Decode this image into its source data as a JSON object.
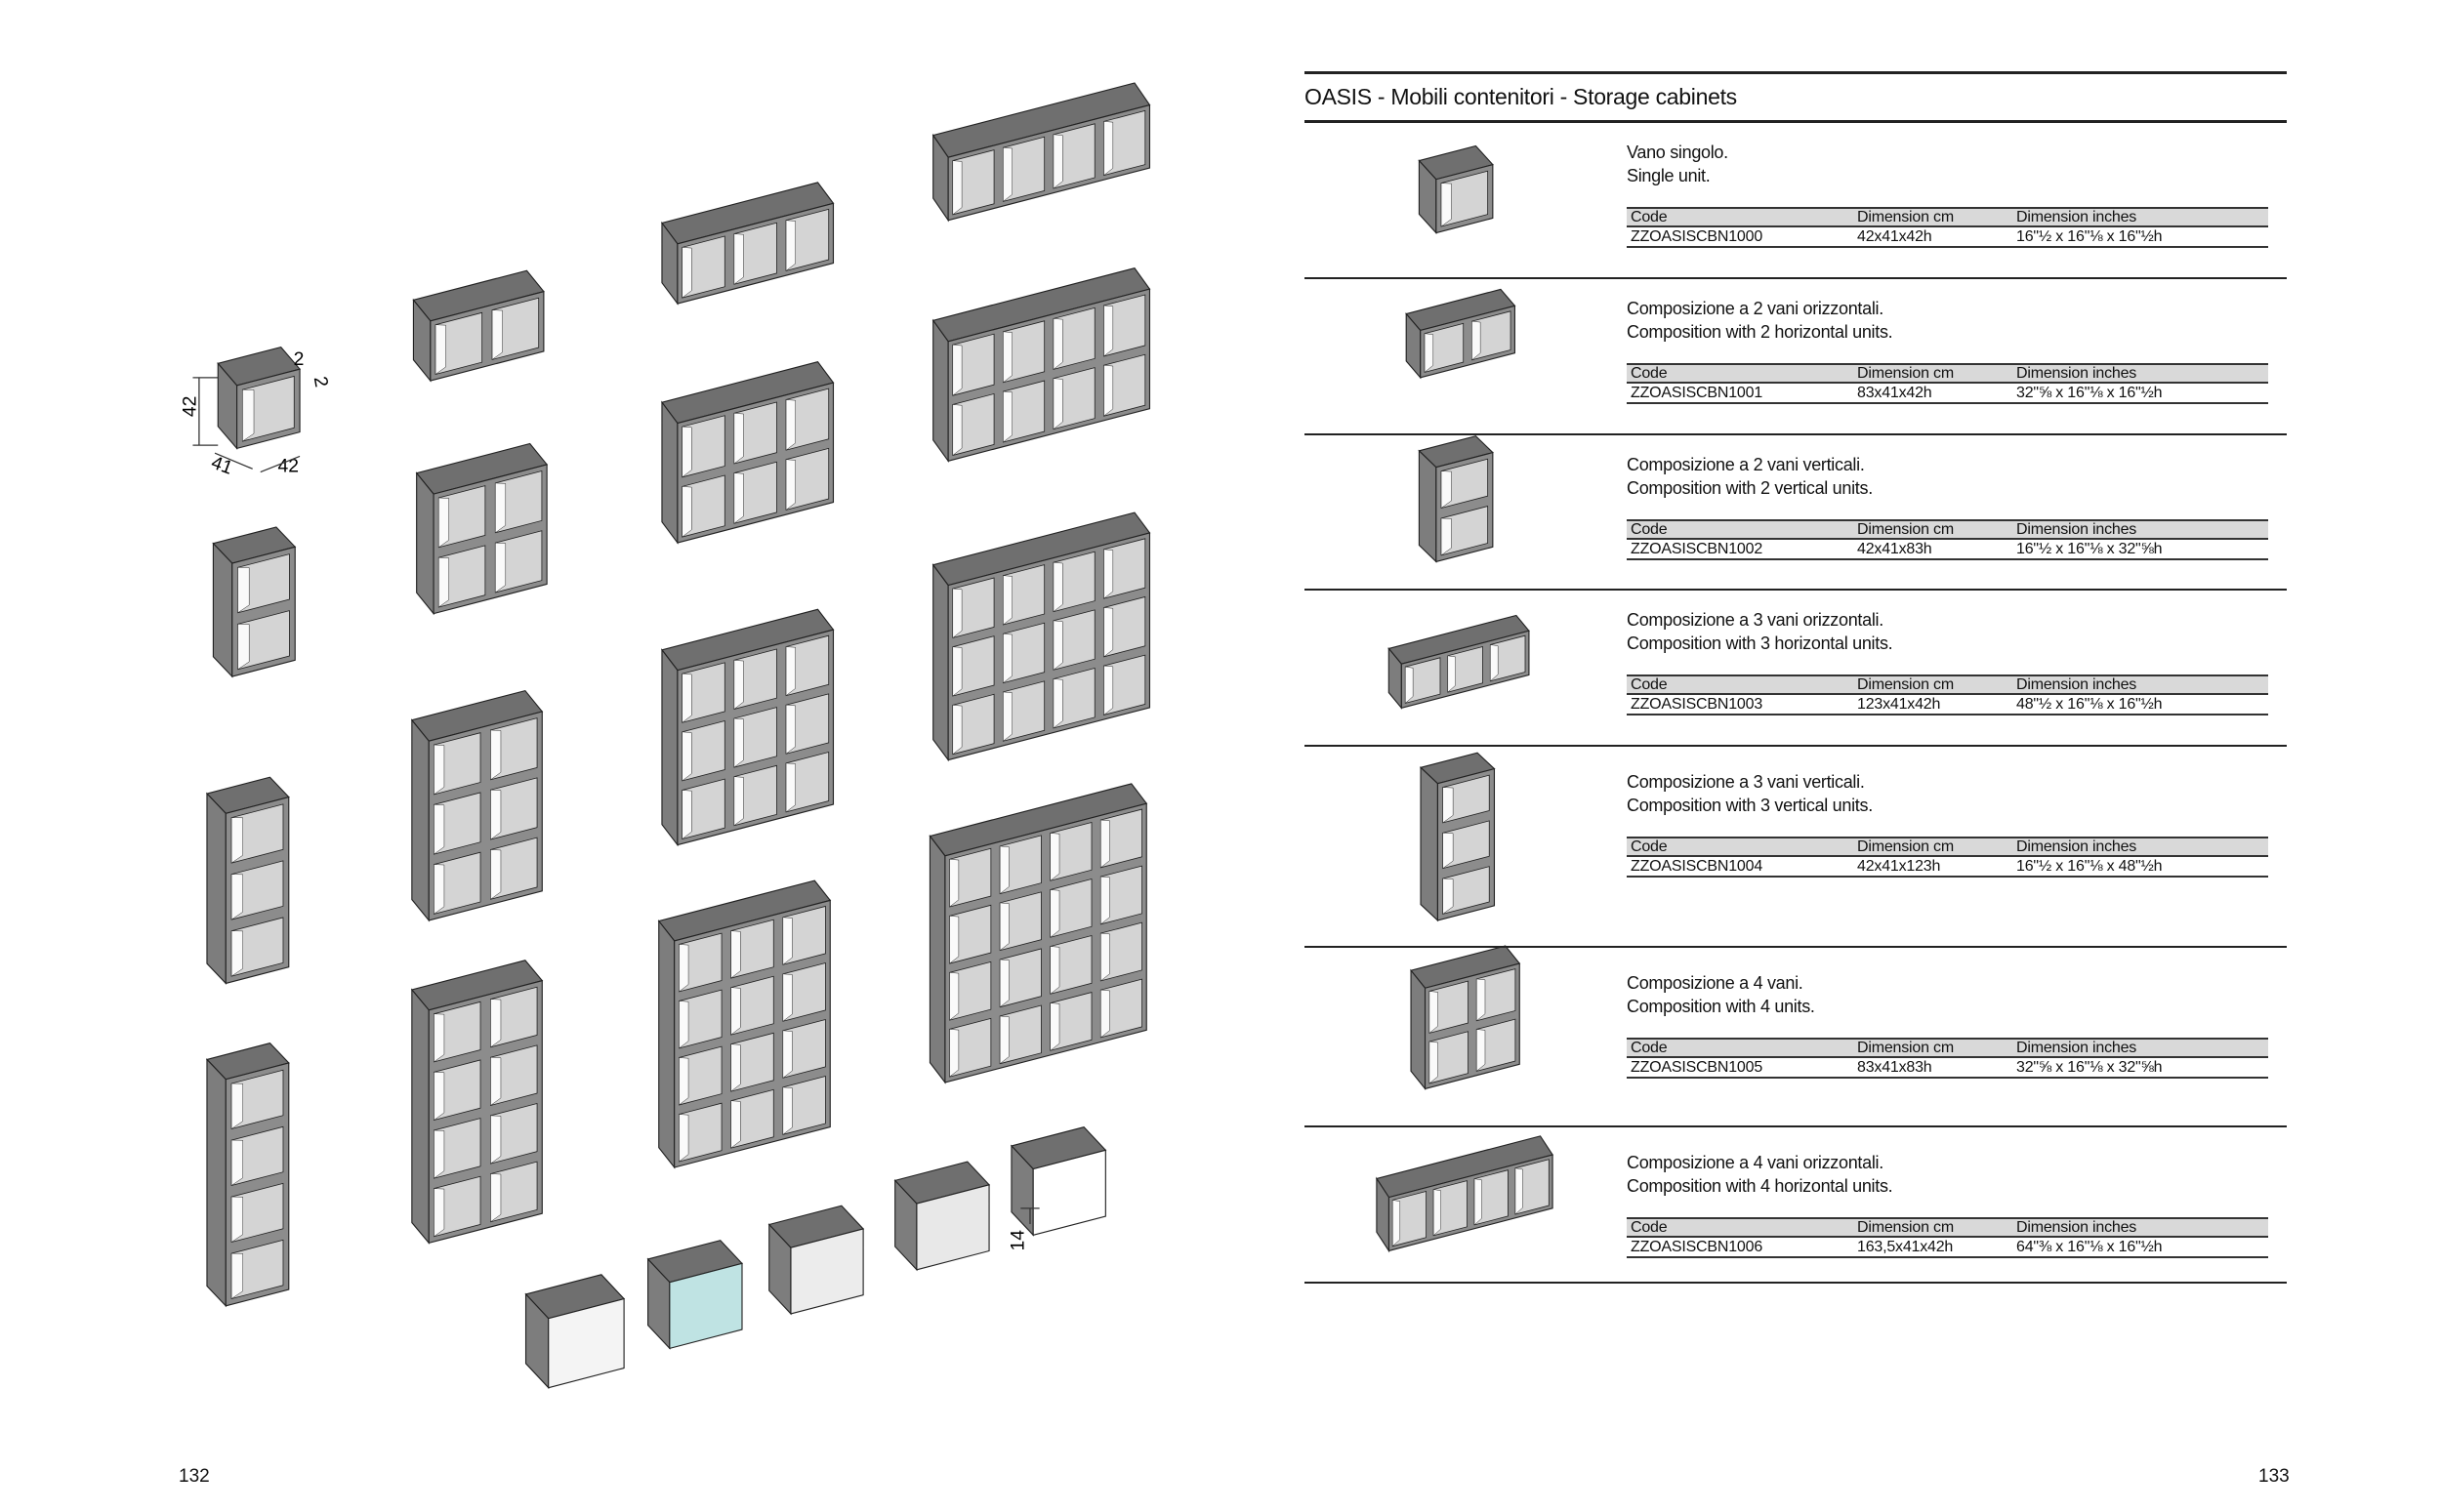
{
  "header": {
    "title": "OASIS  -  Mobili contenitori  -  Storage cabinets"
  },
  "table_headers": {
    "code": "Code",
    "cm": "Dimension cm",
    "inches": "Dimension inches"
  },
  "products": [
    {
      "desc_it": "Vano singolo.",
      "desc_en": "Single unit.",
      "code": "ZZOASISCBN1000",
      "cm": "42x41x42h",
      "inches": "16\"½ x 16\"⅛ x 16\"½h"
    },
    {
      "desc_it": "Composizione a 2 vani orizzontali.",
      "desc_en": "Composition with 2 horizontal units.",
      "code": "ZZOASISCBN1001",
      "cm": "83x41x42h",
      "inches": "32\"⅝ x 16\"⅛ x 16\"½h"
    },
    {
      "desc_it": "Composizione a 2 vani verticali.",
      "desc_en": "Composition with 2 vertical units.",
      "code": "ZZOASISCBN1002",
      "cm": "42x41x83h",
      "inches": "16\"½ x 16\"⅛ x 32\"⅝h"
    },
    {
      "desc_it": "Composizione a 3 vani orizzontali.",
      "desc_en": "Composition with 3 horizontal units.",
      "code": "ZZOASISCBN1003",
      "cm": "123x41x42h",
      "inches": "48\"½ x 16\"⅛ x 16\"½h"
    },
    {
      "desc_it": "Composizione a 3 vani verticali.",
      "desc_en": "Composition with 3 vertical units.",
      "code": "ZZOASISCBN1004",
      "cm": "42x41x123h",
      "inches": "16\"½ x 16\"⅛ x 48\"½h"
    },
    {
      "desc_it": "Composizione a 4 vani.",
      "desc_en": "Composition with 4 units.",
      "code": "ZZOASISCBN1005",
      "cm": "83x41x83h",
      "inches": "32\"⅝ x 16\"⅛ x 32\"⅝h"
    },
    {
      "desc_it": "Composizione a 4 vani orizzontali.",
      "desc_en": "Composition with 4 horizontal units.",
      "code": "ZZOASISCBN1006",
      "cm": "163,5x41x42h",
      "inches": "64\"⅜ x 16\"⅛ x 16\"½h"
    }
  ],
  "dimension_labels": {
    "thick_top": "2",
    "thick_side": "2",
    "height": "42",
    "depth": "41",
    "width": "42",
    "leg": "14"
  },
  "page_numbers": {
    "left": "132",
    "right": "133"
  }
}
